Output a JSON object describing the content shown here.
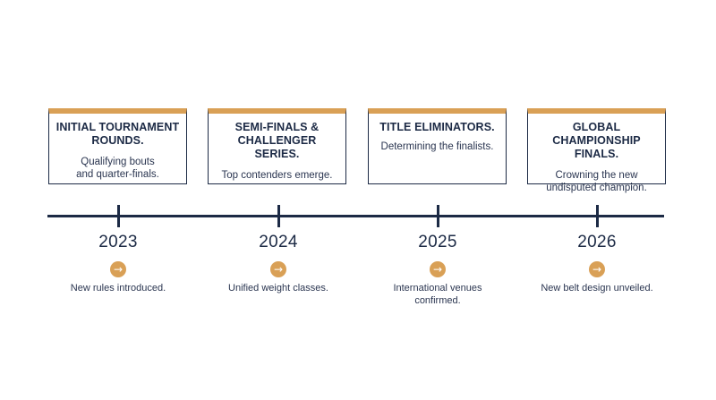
{
  "colors": {
    "accent": "#d9a056",
    "primary": "#1c2a45",
    "background": "#ffffff"
  },
  "timeline": {
    "events": [
      {
        "title": "INITIAL TOURNAMENT ROUNDS.",
        "description": "Qualifying bouts and quarter-finals.",
        "year": "2023",
        "icon": "arrow-right-icon",
        "note": "New rules introduced."
      },
      {
        "title": "SEMI-FINALS & CHALLENGER SERIES.",
        "description": "Top contenders emerge.",
        "year": "2024",
        "icon": "arrow-right-icon",
        "note": "Unified weight classes."
      },
      {
        "title": "TITLE ELIMINATORS.",
        "description": "Determining the finalists.",
        "year": "2025",
        "icon": "arrow-right-icon",
        "note": "International venues confirmed."
      },
      {
        "title": "GLOBAL CHAMPIONSHIP FINALS.",
        "description": "Crowning the new undisputed champion.",
        "year": "2026",
        "icon": "arrow-right-icon",
        "note": "New belt design unveiled."
      }
    ]
  }
}
